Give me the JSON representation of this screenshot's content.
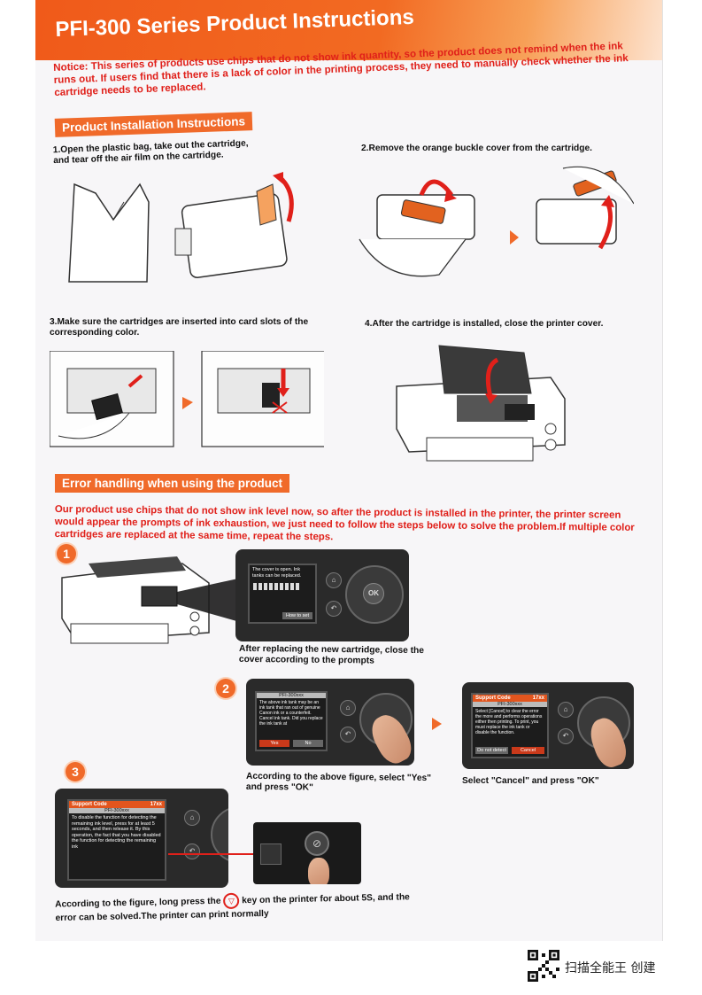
{
  "banner": {
    "title": "PFI-300 Series Product Instructions"
  },
  "notice": "Notice: This series of products use chips that do not show ink quantity, so the product does not remind when the ink runs out. If users find that there is a lack of color in the printing process, they need to manually check whether the ink cartridge needs to be replaced.",
  "installation": {
    "heading": "Product Installation Instructions",
    "steps": [
      "1.Open the plastic bag, take out the cartridge, and tear off the air film on the cartridge.",
      "2.Remove the orange buckle cover from the cartridge.",
      "3.Make sure the cartridges are inserted into card slots of the corresponding color.",
      "4.After the cartridge is installed, close the printer cover."
    ]
  },
  "error_handling": {
    "heading": "Error handling when using the product",
    "intro": "Our product use chips that do not show ink level now, so after the product is installed in the printer, the printer screen would appear the prompts of ink exhaustion, we just need to follow the steps below to solve the problem.If multiple color cartridges are replaced at the same time, repeat the steps.",
    "badges": [
      "1",
      "2",
      "3"
    ],
    "captions": {
      "step1": "After replacing the new cartridge, close the cover according to the prompts",
      "step2a": "According to the above figure, select \"Yes\" and press \"OK\"",
      "step2b": "Select \"Cancel\" and press \"OK\"",
      "step3_before": "According to the figure, long press the",
      "step3_after": "key on the printer for about 5S, and the error can be solved.The printer can print normally"
    },
    "screens": {
      "s1_body": "The cover is open. Ink tanks can be replaced.",
      "s1_button": "How to set",
      "s1_ok": "OK",
      "s2_title": "PFI-300xxx",
      "s2_body": "The above ink tank may be an ink tank that ran out of genuine Canon ink or a counterfeit. Cancel ink tank. Did you replace the ink tank at",
      "s2_yes": "Yes",
      "s2_no": "No",
      "s3_head": "Support Code",
      "s3_code": "17xx",
      "s3_title": "PFI-300xxx",
      "s3_body": "Select [Cancel] to clear the error the more and performs operations either then printing. To print, you must replace the ink tank or disable the function.",
      "s3_left": "Do not detect",
      "s3_right": "Cancel",
      "s4_head": "Support Code",
      "s4_code": "17xx",
      "s4_title": "PFI-300xxx",
      "s4_body": "To disable the function for detecting the remaining ink level, press for at least 5 seconds, and then release it. By this operation, the fact that you have disabled the function for detecting the remaining ink"
    }
  },
  "footer": {
    "watermark": "扫描全能王 创建"
  },
  "colors": {
    "accent": "#f06a2a",
    "red_text": "#e0201a"
  }
}
